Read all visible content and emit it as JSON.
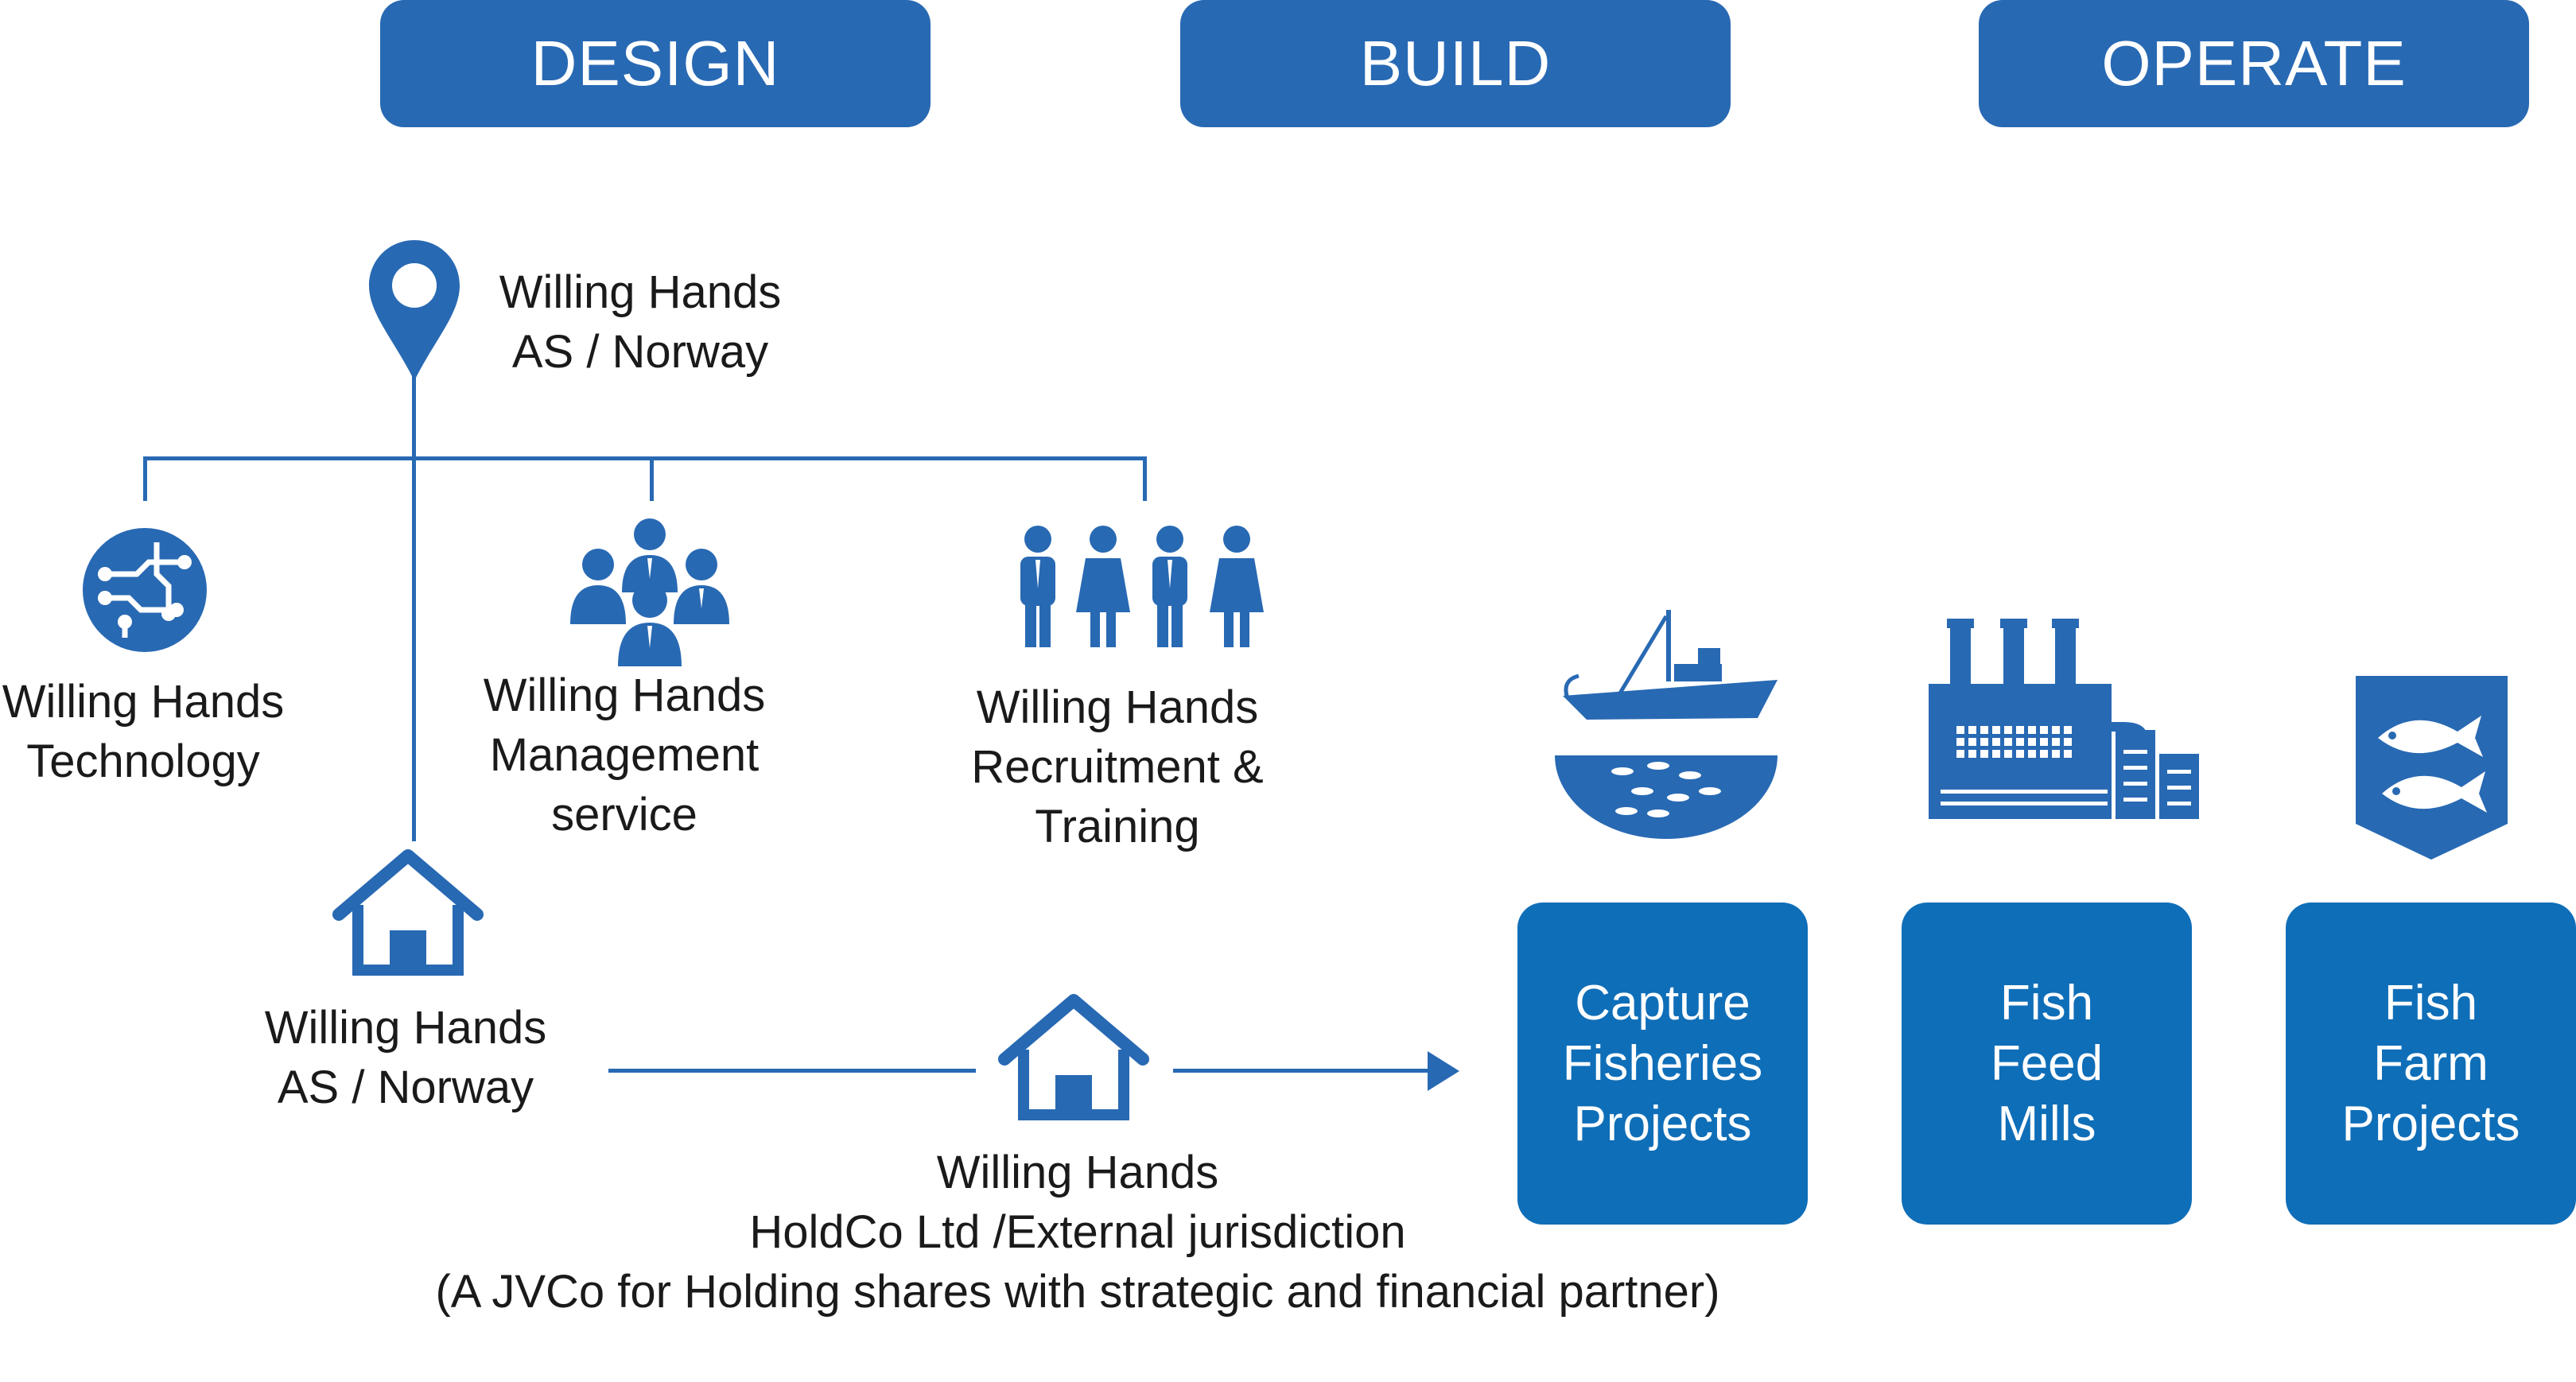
{
  "phases": {
    "design": "DESIGN",
    "build": "BUILD",
    "operate": "OPERATE"
  },
  "nodes": {
    "root": [
      "Willing Hands",
      "AS / Norway"
    ],
    "technology": [
      "Willing Hands",
      "Technology"
    ],
    "management": [
      "Willing Hands",
      "Management",
      "service"
    ],
    "recruitment": [
      "Willing Hands",
      "Recruitment &",
      "Training"
    ],
    "as_norway": [
      "Willing Hands",
      "AS / Norway"
    ],
    "holdco": [
      "Willing Hands",
      "HoldCo Ltd /External jurisdiction",
      "(A JVCo for Holding shares with strategic and financial partner)"
    ]
  },
  "projects": {
    "capture": [
      "Capture",
      "Fisheries",
      "Projects"
    ],
    "feed": [
      "Fish",
      "Feed",
      "Mills"
    ],
    "farm": [
      "Fish",
      "Farm",
      "Projects"
    ]
  },
  "icons": {
    "root": "location-pin-icon",
    "technology": "circuit-chip-icon",
    "management": "team-group-icon",
    "recruitment": "people-row-icon",
    "as_norway": "house-icon",
    "holdco": "house-icon",
    "capture": "fishing-vessel-icon",
    "feed": "factory-icon",
    "farm": "fish-farm-icon"
  },
  "colors": {
    "accent": "#2869b3",
    "project_box": "#0f6eb8",
    "text": "#1a1a1a",
    "white": "#ffffff"
  }
}
